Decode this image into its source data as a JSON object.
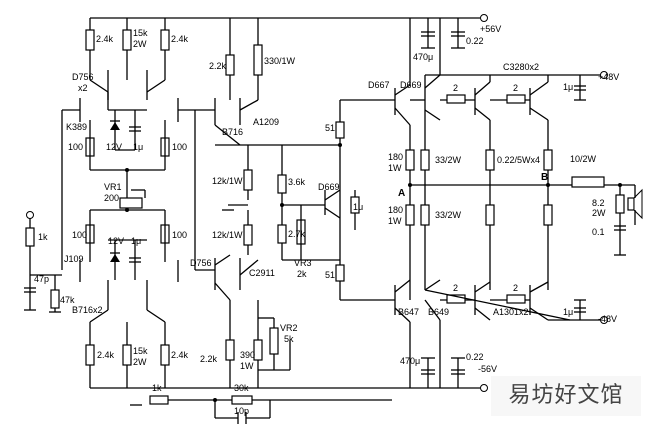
{
  "labels": {
    "r1": "2.4k",
    "r2": "15k",
    "r2b": "2W",
    "r3": "2.4k",
    "r4": "2.2k",
    "r5": "330/1W",
    "q1": "D756",
    "q1b": "x2",
    "a1209": "A1209",
    "b716": "B716",
    "k389": "K389",
    "r6": "100",
    "r7": "100",
    "z1": "12V",
    "c1": "1μ",
    "vr1": "VR1",
    "vr1v": "200",
    "r8": "100",
    "r9": "100",
    "z2": "12V",
    "c2": "1μ",
    "r10": "1k",
    "c3": "47p",
    "r11": "47k",
    "j109": "J109",
    "b716x2": "B716x2",
    "r12": "2.4k",
    "r13": "15k",
    "r13b": "2W",
    "r14": "2.4k",
    "r15": "1k",
    "r16": "30k",
    "c4": "10p",
    "r17": "12k/1W",
    "r18": "12k/1W",
    "r19": "3.6k",
    "r20": "2.7k",
    "d669a": "D669",
    "vr3": "VR3",
    "vr3v": "2k",
    "d756b": "D756",
    "c2911": "C2911",
    "vr2": "VR2",
    "vr2v": "5k",
    "r21": "2.2k",
    "r22": "390",
    "r22b": "1W",
    "r23": "51",
    "r24": "51",
    "c5": "1μ",
    "d667": "D667",
    "d669b": "D669",
    "r25": "180",
    "r25b": "1W",
    "r26": "180",
    "r26b": "1W",
    "nodeA": "A",
    "nodeB": "B",
    "r27": "33/2W",
    "r28": "33/2W",
    "r29": "2",
    "r30": "2",
    "r31": "2",
    "r32": "2",
    "c3280": "C3280x2",
    "r33": "0.22/5Wx4",
    "b647": "B647",
    "b649": "B649",
    "a1301": "A1301x2",
    "l1": "10/2W",
    "r34": "8.2",
    "r34b": "2W",
    "c6": "0.1",
    "c7": "470μ",
    "c8": "0.22",
    "vpos": "+56V",
    "c9": "470μ",
    "c10": "0.22",
    "vneg": "-56V",
    "c11": "1μ",
    "v48": "+48V",
    "c12": "1μ",
    "vn48": "-48V"
  },
  "watermark": "易坊好文馆"
}
